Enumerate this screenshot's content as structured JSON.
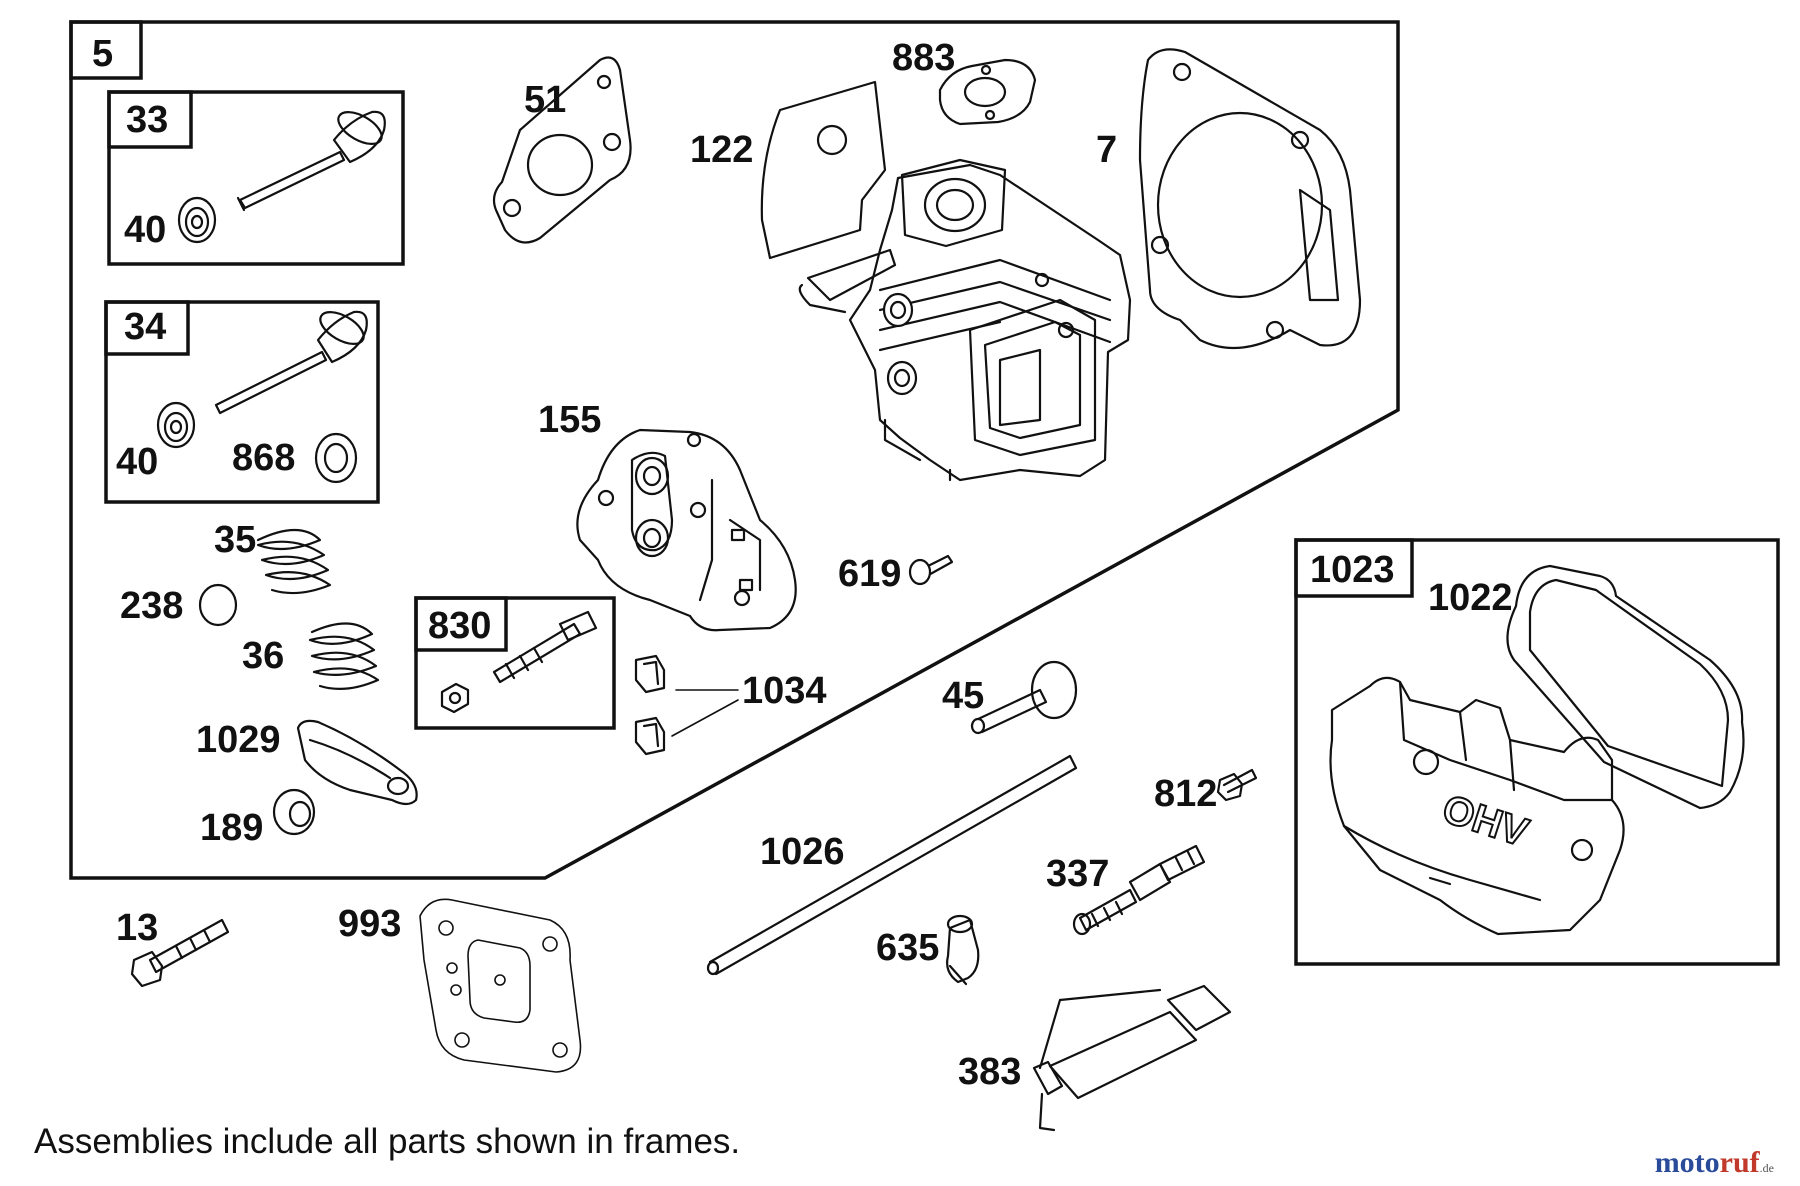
{
  "callouts": {
    "p5": "5",
    "p33": "33",
    "p34": "34",
    "p830": "830",
    "p1023": "1023",
    "p40a": "40",
    "p40b": "40",
    "p868": "868",
    "p51": "51",
    "p122": "122",
    "p883": "883",
    "p7": "7",
    "p155": "155",
    "p619": "619",
    "p35": "35",
    "p238": "238",
    "p36": "36",
    "p1029": "1029",
    "p189": "189",
    "p1034": "1034",
    "p45": "45",
    "p1026": "1026",
    "p812": "812",
    "p337": "337",
    "p635": "635",
    "p383": "383",
    "p13": "13",
    "p993": "993",
    "p1022": "1022"
  },
  "footnote": "Assemblies include all parts shown in frames.",
  "brand": {
    "name_a": "moto",
    "name_b": "ruf",
    "tld": ".de"
  },
  "colors": {
    "ink": "#111111",
    "background": "#ffffff",
    "brand_blue": "#2a4a9a",
    "brand_red": "#c0392b"
  }
}
